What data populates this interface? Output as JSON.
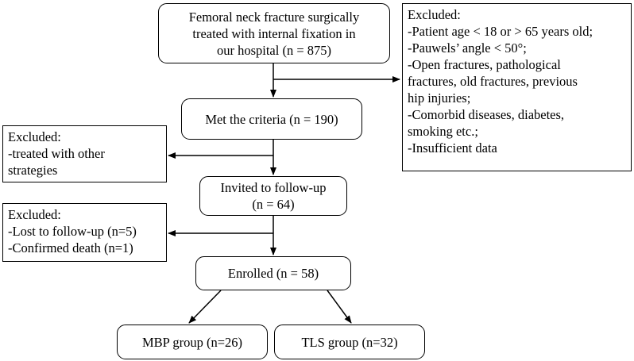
{
  "boxes": {
    "start": {
      "lines": [
        "Femoral neck fracture surgically",
        "treated with internal fixation  in",
        "our hospital (n = 875)"
      ]
    },
    "excluded_1": {
      "lines": [
        "Excluded:",
        "-Patient age < 18 or > 65 years old;",
        "-Pauwels’ angle < 50°;",
        "-Open fractures, pathological",
        "fractures, old fractures, previous",
        "hip injuries;",
        "-Comorbid diseases, diabetes,",
        "smoking etc.;",
        "-Insufficient data"
      ]
    },
    "criteria": {
      "lines": [
        "Met the criteria (n = 190)"
      ]
    },
    "excluded_2": {
      "lines": [
        "Excluded:",
        "-treated with other",
        "strategies"
      ]
    },
    "invited": {
      "lines": [
        "Invited to follow-up",
        "(n = 64)"
      ]
    },
    "excluded_3": {
      "lines": [
        "Excluded:",
        "-Lost to follow-up (n=5)",
        "-Confirmed death (n=1)"
      ]
    },
    "enrolled": {
      "lines": [
        "Enrolled (n = 58)"
      ]
    },
    "mbp": {
      "lines": [
        "MBP group (n=26)"
      ]
    },
    "tls": {
      "lines": [
        "TLS group (n=32)"
      ]
    }
  }
}
